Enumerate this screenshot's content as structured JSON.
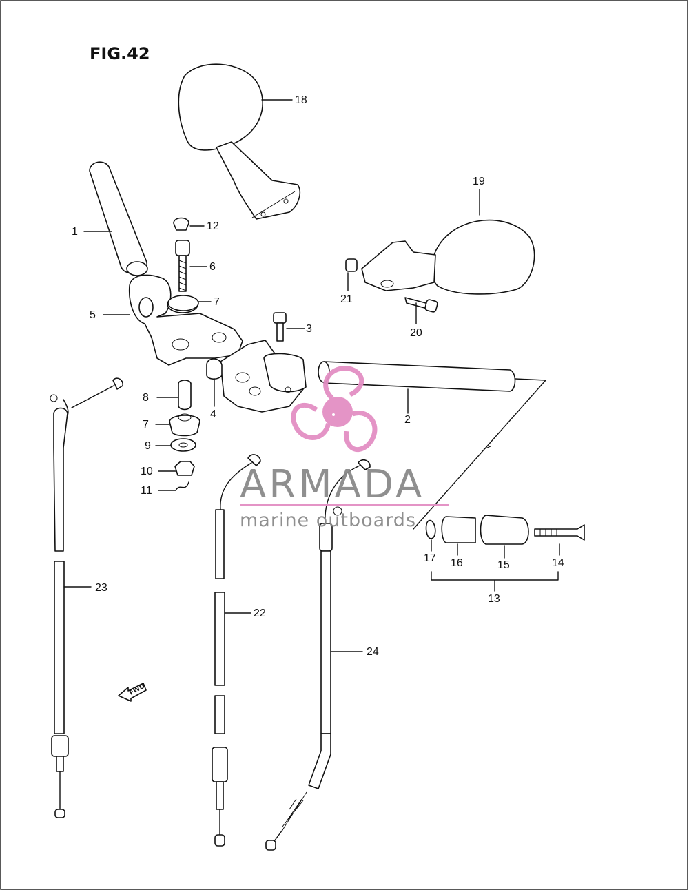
{
  "figure": {
    "title": "FIG.42"
  },
  "callouts": [
    {
      "id": "1",
      "label": "1"
    },
    {
      "id": "2",
      "label": "2"
    },
    {
      "id": "3",
      "label": "3"
    },
    {
      "id": "4",
      "label": "4"
    },
    {
      "id": "5",
      "label": "5"
    },
    {
      "id": "6",
      "label": "6"
    },
    {
      "id": "7a",
      "label": "7"
    },
    {
      "id": "7b",
      "label": "7"
    },
    {
      "id": "8",
      "label": "8"
    },
    {
      "id": "9",
      "label": "9"
    },
    {
      "id": "10",
      "label": "10"
    },
    {
      "id": "11",
      "label": "11"
    },
    {
      "id": "12",
      "label": "12"
    },
    {
      "id": "13",
      "label": "13"
    },
    {
      "id": "14",
      "label": "14"
    },
    {
      "id": "15",
      "label": "15"
    },
    {
      "id": "16",
      "label": "16"
    },
    {
      "id": "17",
      "label": "17"
    },
    {
      "id": "18",
      "label": "18"
    },
    {
      "id": "19",
      "label": "19"
    },
    {
      "id": "20",
      "label": "20"
    },
    {
      "id": "21",
      "label": "21"
    },
    {
      "id": "22",
      "label": "22"
    },
    {
      "id": "23",
      "label": "23"
    },
    {
      "id": "24",
      "label": "24"
    }
  ],
  "fwd_arrow": {
    "label": "FWD",
    "icon": "fwd-arrow-icon"
  },
  "watermark": {
    "brand": "ARMADA",
    "tagline": "marine outboards",
    "icon": "propeller-icon",
    "accent": "#e38fc4",
    "text_color": "#8a8a8a"
  }
}
